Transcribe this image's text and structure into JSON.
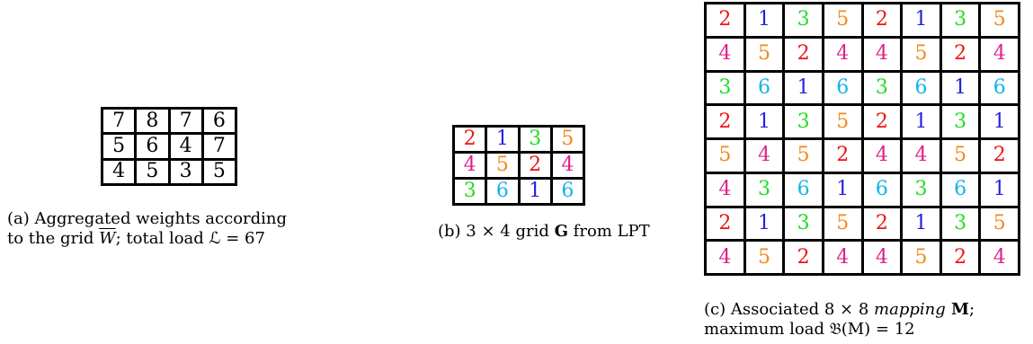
{
  "panels": [
    {
      "id": "a",
      "grid": [
        [
          7,
          8,
          7,
          6
        ],
        [
          5,
          6,
          4,
          7
        ],
        [
          4,
          5,
          3,
          5
        ]
      ],
      "caption_line1": "(a) Aggregated weights according",
      "caption_line2_pre": "to the grid ",
      "caption_line2_sym": "W",
      "caption_line2_post": "; total load ℒ = 67"
    },
    {
      "id": "b",
      "grid": [
        [
          2,
          1,
          3,
          5
        ],
        [
          4,
          5,
          2,
          4
        ],
        [
          3,
          6,
          1,
          6
        ]
      ],
      "caption_pre": "(b) 3 × 4 grid ",
      "caption_bold": "G",
      "caption_post": " from LPT"
    },
    {
      "id": "c",
      "grid": [
        [
          2,
          1,
          3,
          5,
          2,
          1,
          3,
          5
        ],
        [
          4,
          5,
          2,
          4,
          4,
          5,
          2,
          4
        ],
        [
          3,
          6,
          1,
          6,
          3,
          6,
          1,
          6
        ],
        [
          2,
          1,
          3,
          5,
          2,
          1,
          3,
          1
        ],
        [
          5,
          4,
          5,
          2,
          4,
          4,
          5,
          2
        ],
        [
          4,
          3,
          6,
          1,
          6,
          3,
          6,
          1
        ],
        [
          2,
          1,
          3,
          5,
          2,
          1,
          3,
          5
        ],
        [
          4,
          5,
          2,
          4,
          4,
          5,
          2,
          4
        ]
      ],
      "caption_line1_pre": "(c) Associated 8 × 8 ",
      "caption_line1_ital": "mapping",
      "caption_line1_bold": " M",
      "caption_line1_post": ";",
      "caption_line2": "maximum load 𝔅(M) = 12"
    }
  ],
  "value_colors": {
    "1": "#2222dd",
    "2": "#ee1111",
    "3": "#22dd22",
    "4": "#e0208a",
    "5": "#f28a1a",
    "6": "#12b4e6"
  },
  "plain_color": "#000000"
}
